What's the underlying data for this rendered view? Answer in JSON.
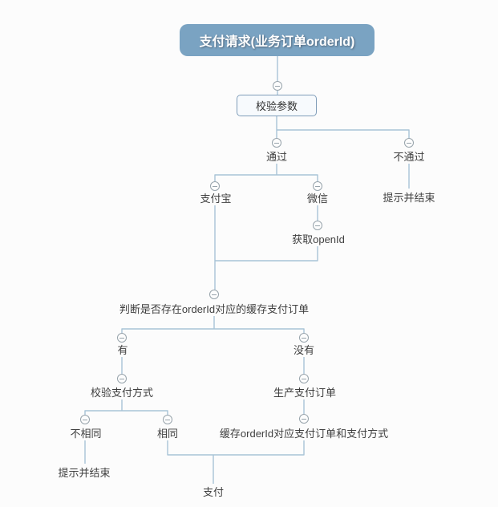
{
  "diagram": {
    "type": "mind-map-flow",
    "nodes": {
      "root": "支付请求(业务订单orderId)",
      "validate_params": "校验参数",
      "pass": "通过",
      "fail": "不通过",
      "fail_end": "提示并结束",
      "alipay": "支付宝",
      "wechat": "微信",
      "get_openid": "获取openId",
      "check_cached_order": "判断是否存在orderId对应的缓存支付订单",
      "has": "有",
      "has_not": "没有",
      "verify_pay_method": "校验支付方式",
      "create_pay_order": "生产支付订单",
      "not_same": "不相同",
      "same": "相同",
      "cache_order": "缓存orderId对应支付订单和支付方式",
      "prompt_end": "提示并结束",
      "pay": "支付"
    },
    "icons": {
      "collapse": "minus-circle"
    }
  },
  "colors": {
    "root_fill": "#7aa3c2",
    "root_text": "#ffffff",
    "box_border": "#7f9db9",
    "box_fill": "#f7fafd",
    "connector": "#a8c3d6",
    "text": "#3f3f3f",
    "toggle_border": "#97a3ab",
    "toggle_fill": "#fdfdfd",
    "bg": "#fcfcfc"
  }
}
